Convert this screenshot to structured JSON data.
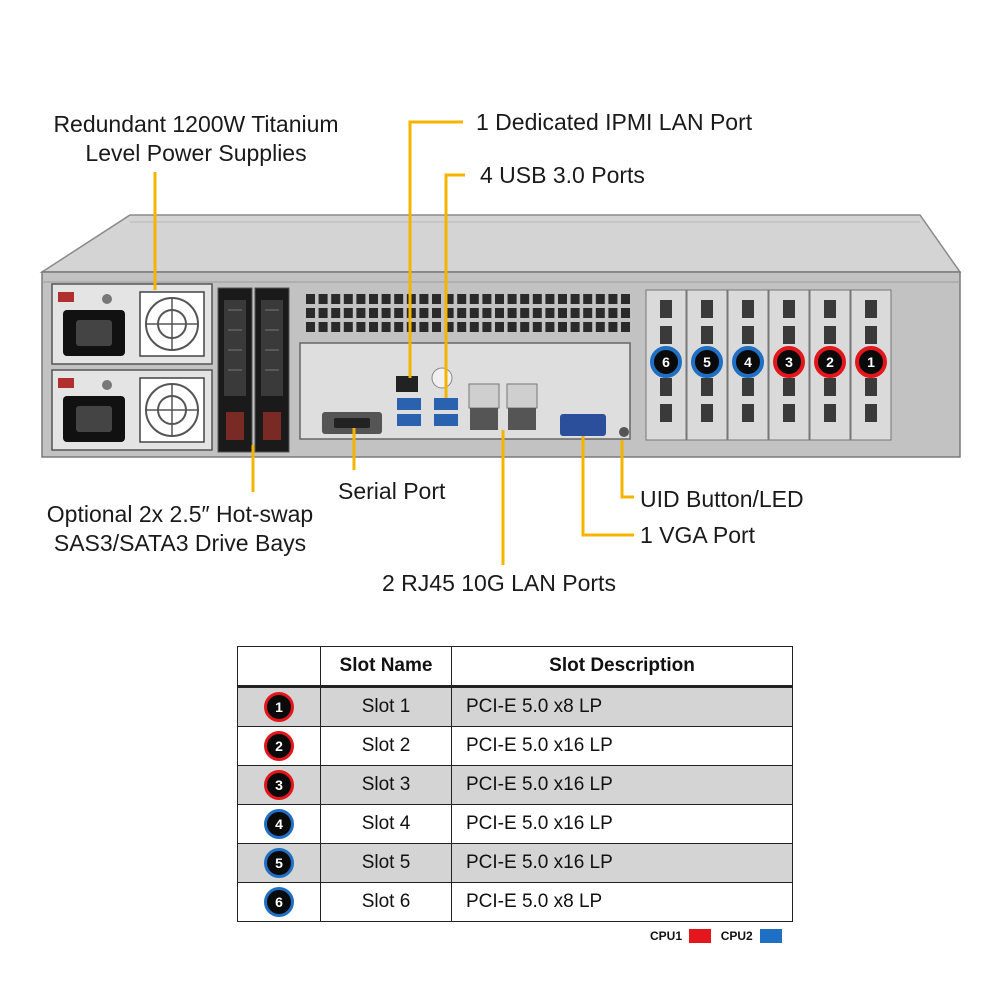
{
  "colors": {
    "leader": "#f4b400",
    "cpu1": "#e3161b",
    "cpu2": "#1f6fc4",
    "chassis": "#c7c7c7"
  },
  "callouts": {
    "psu": [
      "Redundant  1200W Titanium",
      "Level Power Supplies"
    ],
    "ipmi": "1 Dedicated IPMI  LAN Port",
    "usb": "4 USB 3.0 Ports",
    "drive_bays": [
      "Optional  2x 2.5″ Hot-swap",
      "SAS3/SATA3 Drive Bays"
    ],
    "serial": "Serial Port",
    "uid": "UID Button/LED",
    "vga": "1 VGA Port",
    "lan": "2 RJ45  10G LAN Ports"
  },
  "chassis_slots": [
    {
      "num": "6",
      "cpu": "cpu2"
    },
    {
      "num": "5",
      "cpu": "cpu2"
    },
    {
      "num": "4",
      "cpu": "cpu2"
    },
    {
      "num": "3",
      "cpu": "cpu1"
    },
    {
      "num": "2",
      "cpu": "cpu1"
    },
    {
      "num": "1",
      "cpu": "cpu1"
    }
  ],
  "table": {
    "headers": [
      "",
      "Slot Name",
      "Slot Description"
    ],
    "rows": [
      {
        "num": "1",
        "cpu": "cpu1",
        "name": "Slot 1",
        "desc": "PCI-E  5.0 x8 LP"
      },
      {
        "num": "2",
        "cpu": "cpu1",
        "name": "Slot 2",
        "desc": "PCI-E  5.0 x16 LP"
      },
      {
        "num": "3",
        "cpu": "cpu1",
        "name": "Slot 3",
        "desc": "PCI-E  5.0 x16 LP"
      },
      {
        "num": "4",
        "cpu": "cpu2",
        "name": "Slot 4",
        "desc": "PCI-E  5.0 x16 LP"
      },
      {
        "num": "5",
        "cpu": "cpu2",
        "name": "Slot 5",
        "desc": "PCI-E  5.0 x16 LP"
      },
      {
        "num": "6",
        "cpu": "cpu2",
        "name": "Slot 6",
        "desc": "PCI-E  5.0 x8 LP"
      }
    ]
  },
  "legend": {
    "cpu1_label": "CPU1",
    "cpu2_label": "CPU2"
  }
}
